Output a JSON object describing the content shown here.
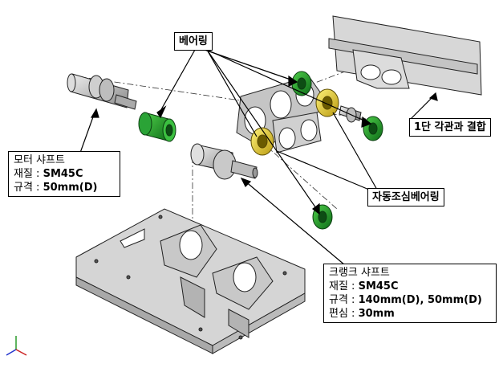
{
  "callouts": {
    "bearing": "베어링",
    "self_aligning": "자동조심베어링",
    "tube_joint": "1단 각관과 결합"
  },
  "motor_shaft": {
    "title": "모터 샤프트",
    "material_label": "재질 :",
    "material_value": "SM45C",
    "spec_label": "규격 :",
    "spec_value": "50mm(D)"
  },
  "crank_shaft": {
    "title": "크랭크 샤프트",
    "material_label": "재질 :",
    "material_value": "SM45C",
    "spec_label": "규격 :",
    "spec_value": "140mm(D), 50mm(D)",
    "eccentric_label": "편심 :",
    "eccentric_value": "30mm"
  },
  "colors": {
    "bearing_green": "#1f8a2a",
    "self_aligning_yellow": "#e8d23a",
    "part_gray": "#b9b9b9",
    "outline": "#222222"
  }
}
